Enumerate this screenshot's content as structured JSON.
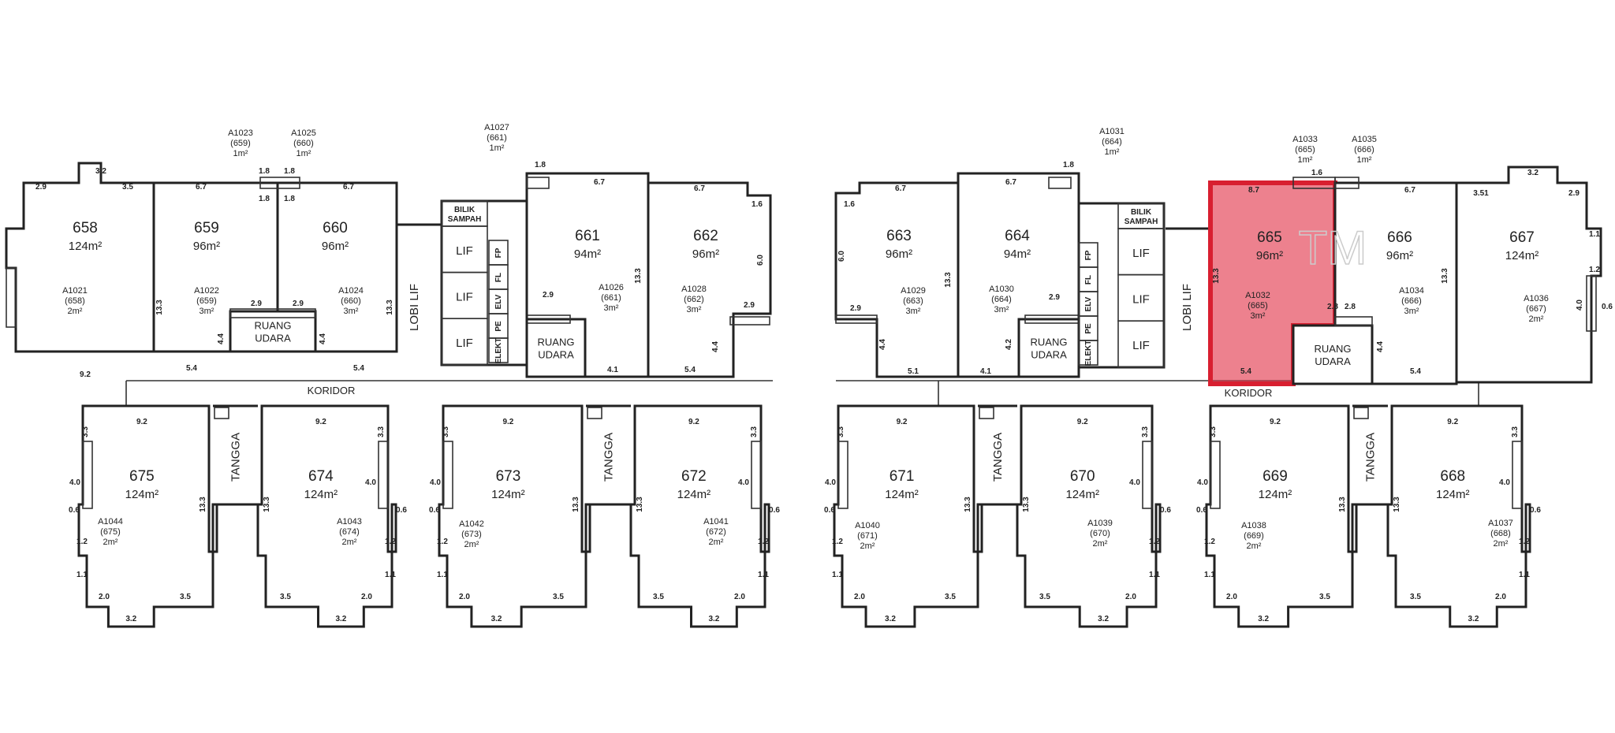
{
  "plan": {
    "highlight_color": "#d81f30",
    "highlighted_unit": "665",
    "watermark": "TM",
    "top_units": [
      {
        "id": "658",
        "area": "124m²"
      },
      {
        "id": "659",
        "area": "96m²"
      },
      {
        "id": "660",
        "area": "96m²"
      },
      {
        "id": "661",
        "area": "94m²"
      },
      {
        "id": "662",
        "area": "96m²"
      },
      {
        "id": "663",
        "area": "96m²"
      },
      {
        "id": "664",
        "area": "94m²"
      },
      {
        "id": "665",
        "area": "96m²"
      },
      {
        "id": "666",
        "area": "96m²"
      },
      {
        "id": "667",
        "area": "124m²"
      }
    ],
    "bottom_units": [
      {
        "id": "675",
        "area": "124m²"
      },
      {
        "id": "674",
        "area": "124m²"
      },
      {
        "id": "673",
        "area": "124m²"
      },
      {
        "id": "672",
        "area": "124m²"
      },
      {
        "id": "671",
        "area": "124m²"
      },
      {
        "id": "670",
        "area": "124m²"
      },
      {
        "id": "669",
        "area": "124m²"
      },
      {
        "id": "668",
        "area": "124m²"
      }
    ],
    "storage": [
      {
        "code": "A1021",
        "unit": "(658)",
        "area": "2m²"
      },
      {
        "code": "A1022",
        "unit": "(659)",
        "area": "3m²"
      },
      {
        "code": "A1023",
        "unit": "(659)",
        "area": "1m²"
      },
      {
        "code": "A1025",
        "unit": "(660)",
        "area": "1m²"
      },
      {
        "code": "A1024",
        "unit": "(660)",
        "area": "3m²"
      },
      {
        "code": "A1027",
        "unit": "(661)",
        "area": "1m²"
      },
      {
        "code": "A1026",
        "unit": "(661)",
        "area": "3m²"
      },
      {
        "code": "A1028",
        "unit": "(662)",
        "area": "3m²"
      },
      {
        "code": "A1029",
        "unit": "(663)",
        "area": "3m²"
      },
      {
        "code": "A1030",
        "unit": "(664)",
        "area": "3m²"
      },
      {
        "code": "A1031",
        "unit": "(664)",
        "area": "1m²"
      },
      {
        "code": "A1032",
        "unit": "(665)",
        "area": "3m²"
      },
      {
        "code": "A1033",
        "unit": "(665)",
        "area": "1m²"
      },
      {
        "code": "A1035",
        "unit": "(666)",
        "area": "1m²"
      },
      {
        "code": "A1034",
        "unit": "(666)",
        "area": "3m²"
      },
      {
        "code": "A1036",
        "unit": "(667)",
        "area": "2m²"
      },
      {
        "code": "A1044",
        "unit": "(675)",
        "area": "2m²"
      },
      {
        "code": "A1043",
        "unit": "(674)",
        "area": "2m²"
      },
      {
        "code": "A1042",
        "unit": "(673)",
        "area": "2m²"
      },
      {
        "code": "A1041",
        "unit": "(672)",
        "area": "2m²"
      },
      {
        "code": "A1040",
        "unit": "(671)",
        "area": "2m²"
      },
      {
        "code": "A1039",
        "unit": "(670)",
        "area": "2m²"
      },
      {
        "code": "A1038",
        "unit": "(669)",
        "area": "2m²"
      },
      {
        "code": "A1037",
        "unit": "(668)",
        "area": "2m²"
      }
    ],
    "labels": {
      "ruang_udara_1": "RUANG",
      "ruang_udara_2": "UDARA",
      "lift": "LIF",
      "lobby": "LOBI LIF",
      "corridor": "KORIDOR",
      "stairs": "TANGGA",
      "bin_room_1": "BILIK",
      "bin_room_2": "SAMPAH",
      "shafts": [
        "FP",
        "FL",
        "ELV",
        "PE",
        "ELEKT"
      ]
    },
    "dimensions_top": [
      "3.2",
      "2.9",
      "3.5",
      "9.2",
      "6.7",
      "5.4",
      "13.3",
      "6.7",
      "5.4",
      "13.3",
      "1.8",
      "1.8",
      "1.8",
      "1.8",
      "2.9",
      "2.9",
      "4.4",
      "4.4",
      "6.7",
      "1.8",
      "2.9",
      "4.1",
      "13.3",
      "6.7",
      "1.6",
      "6.0",
      "2.9",
      "5.4",
      "4.4",
      "6.7",
      "1.6",
      "6.0",
      "2.9",
      "4.4",
      "5.1",
      "13.3",
      "6.7",
      "1.8",
      "2.9",
      "4.2",
      "4.1",
      "8.7",
      "1.6",
      "2.8",
      "2.8",
      "13.3",
      "5.4",
      "6.7",
      "13.3",
      "5.4",
      "4.4",
      "3.51",
      "3.2",
      "2.9",
      "0.6",
      "1.1",
      "1.2",
      "4.0"
    ],
    "dimensions_bottom": [
      "9.2",
      "13.3",
      "3.5",
      "2.0",
      "3.2",
      "4.0",
      "1.2",
      "1.1",
      "0.6",
      "3.3"
    ]
  }
}
